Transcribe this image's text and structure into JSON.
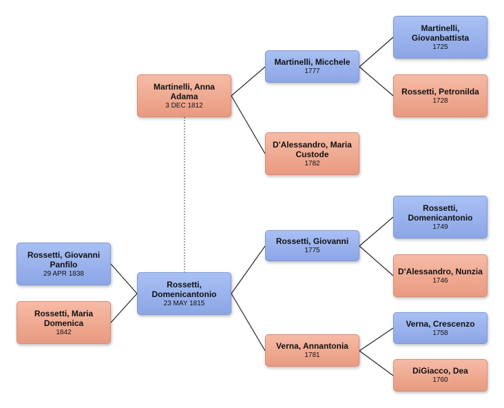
{
  "people": {
    "giovanni_panfilo": {
      "name": "Rossetti, Giovanni Panfilo",
      "date": "29 APR 1838",
      "sex": "male"
    },
    "maria_domenica": {
      "name": "Rossetti, Maria Domenica",
      "date": "1842",
      "sex": "female"
    },
    "domenicantonio_1815": {
      "name": "Rossetti, Domenicantonio",
      "date": "23 MAY 1815",
      "sex": "male"
    },
    "anna_adama": {
      "name": "Martinelli, Anna Adama",
      "date": "3 DEC 1812",
      "sex": "female"
    },
    "micchele": {
      "name": "Martinelli, Micchele",
      "date": "1777",
      "sex": "male"
    },
    "maria_custode": {
      "name": "D'Alessandro, Maria Custode",
      "date": "1782",
      "sex": "female"
    },
    "giovanbattista": {
      "name": "Martinelli, Giovanbattista",
      "date": "1725",
      "sex": "male"
    },
    "petronilda": {
      "name": "Rossetti, Petronilda",
      "date": "1728",
      "sex": "female"
    },
    "giovanni_1775": {
      "name": "Rossetti, Giovanni",
      "date": "1775",
      "sex": "male"
    },
    "annantonia": {
      "name": "Verna, Annantonia",
      "date": "1781",
      "sex": "female"
    },
    "domenicantonio_1749": {
      "name": "Rossetti, Domenicantonio",
      "date": "1749",
      "sex": "male"
    },
    "nunzia": {
      "name": "D'Alessandro, Nunzia",
      "date": "1746",
      "sex": "female"
    },
    "crescenzo": {
      "name": "Verna, Crescenzo",
      "date": "1758",
      "sex": "male"
    },
    "dea": {
      "name": "DiGiacco, Dea",
      "date": "1760",
      "sex": "female"
    }
  },
  "colors": {
    "male": "#97b0ec",
    "female": "#f0a88f",
    "connector": "#222222",
    "marriage_connector": "#666666"
  }
}
